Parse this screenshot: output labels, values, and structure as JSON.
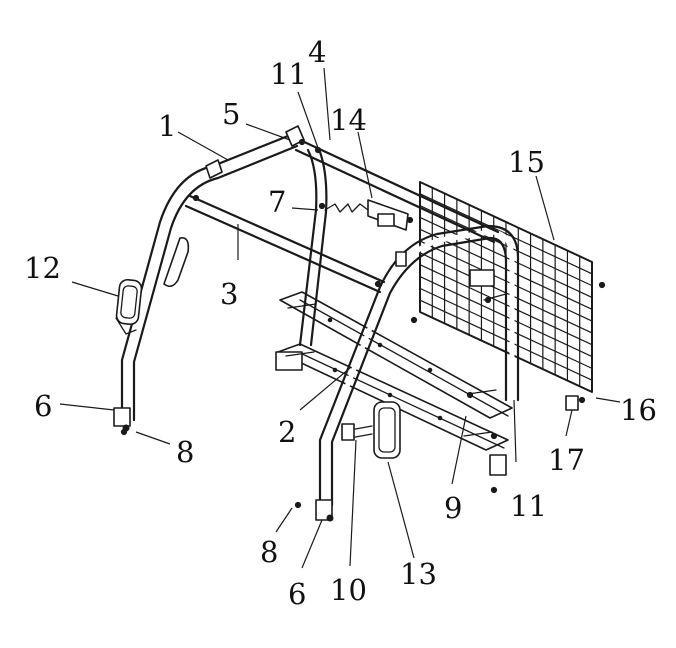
{
  "labels": {
    "l1": "1",
    "l2": "2",
    "l3": "3",
    "l4": "4",
    "l5": "5",
    "l6a": "6",
    "l6b": "6",
    "l7": "7",
    "l8a": "8",
    "l8b": "8",
    "l9": "9",
    "l10": "10",
    "l11a": "11",
    "l11b": "11",
    "l12": "12",
    "l13": "13",
    "l14": "14",
    "l15": "15",
    "l16": "16",
    "l17": "17"
  },
  "colors": {
    "line": "#1a1a1a",
    "background": "#ffffff"
  }
}
